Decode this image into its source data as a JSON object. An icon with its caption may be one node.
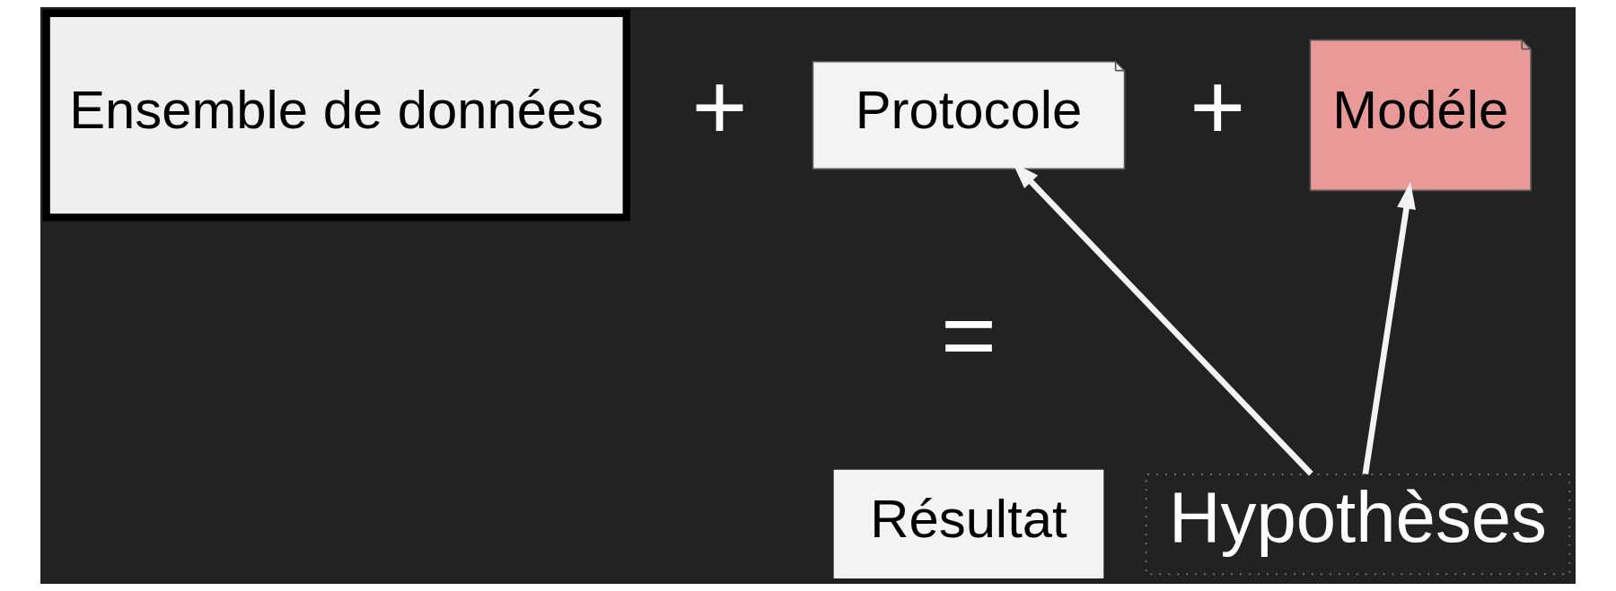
{
  "diagram": {
    "nodes": [
      {
        "text": [
          "Ensemble de données"
        ]
      },
      {
        "text": [
          "Protocole"
        ]
      },
      {
        "text": [
          "Modéle"
        ]
      },
      {
        "text": [
          "Résultat"
        ]
      },
      {
        "text": [
          "Hypothèses"
        ]
      }
    ],
    "edges": [
      {
        "from": 4,
        "to": 1,
        "arrow": "to"
      },
      {
        "from": 4,
        "to": 2,
        "arrow": "to"
      }
    ],
    "labels": [
      "+",
      "+",
      "="
    ]
  }
}
